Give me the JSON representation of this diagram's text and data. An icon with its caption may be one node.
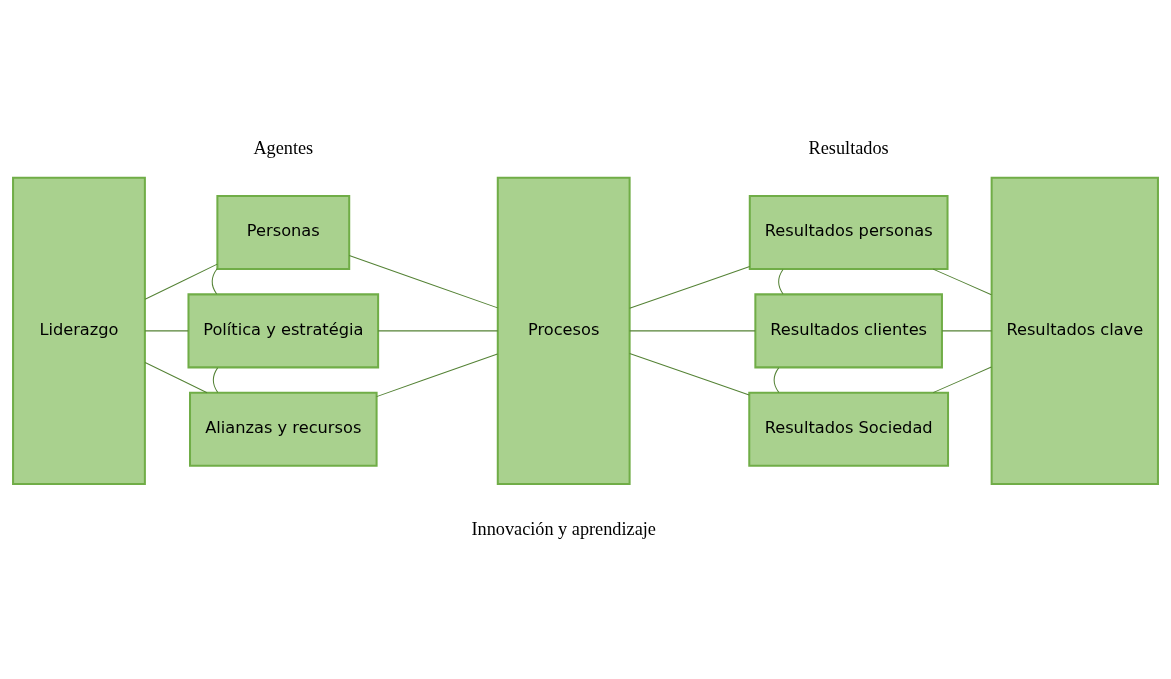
{
  "diagram": {
    "nodes": [
      {
        "text": [
          "Liderazgo"
        ]
      },
      {
        "text": [
          "Personas"
        ]
      },
      {
        "text": [
          "Política y estratégia"
        ]
      },
      {
        "text": [
          "Alianzas y recursos"
        ]
      },
      {
        "text": [
          "Procesos"
        ]
      },
      {
        "text": [
          "Resultados personas"
        ]
      },
      {
        "text": [
          "Resultados clientes"
        ]
      },
      {
        "text": [
          "Resultados Sociedad"
        ]
      },
      {
        "text": [
          "Resultados clave"
        ]
      }
    ],
    "edges": [
      {
        "from": 0,
        "to": 1,
        "arrow": "none"
      },
      {
        "from": 0,
        "to": 2,
        "arrow": "none"
      },
      {
        "from": 0,
        "to": 3,
        "arrow": "none"
      },
      {
        "from": 1,
        "to": 2,
        "arrow": "none"
      },
      {
        "from": 2,
        "to": 3,
        "arrow": "none"
      },
      {
        "from": 1,
        "to": 4,
        "arrow": "none"
      },
      {
        "from": 2,
        "to": 4,
        "arrow": "none"
      },
      {
        "from": 3,
        "to": 4,
        "arrow": "none"
      },
      {
        "from": 4,
        "to": 5,
        "arrow": "none"
      },
      {
        "from": 4,
        "to": 6,
        "arrow": "none"
      },
      {
        "from": 4,
        "to": 7,
        "arrow": "none"
      },
      {
        "from": 5,
        "to": 6,
        "arrow": "none"
      },
      {
        "from": 6,
        "to": 7,
        "arrow": "none"
      },
      {
        "from": 5,
        "to": 8,
        "arrow": "none"
      },
      {
        "from": 6,
        "to": 8,
        "arrow": "none"
      },
      {
        "from": 7,
        "to": 8,
        "arrow": "none"
      }
    ],
    "labels": [
      "Agentes",
      "Resultados",
      "Innovación y aprendizaje"
    ]
  }
}
